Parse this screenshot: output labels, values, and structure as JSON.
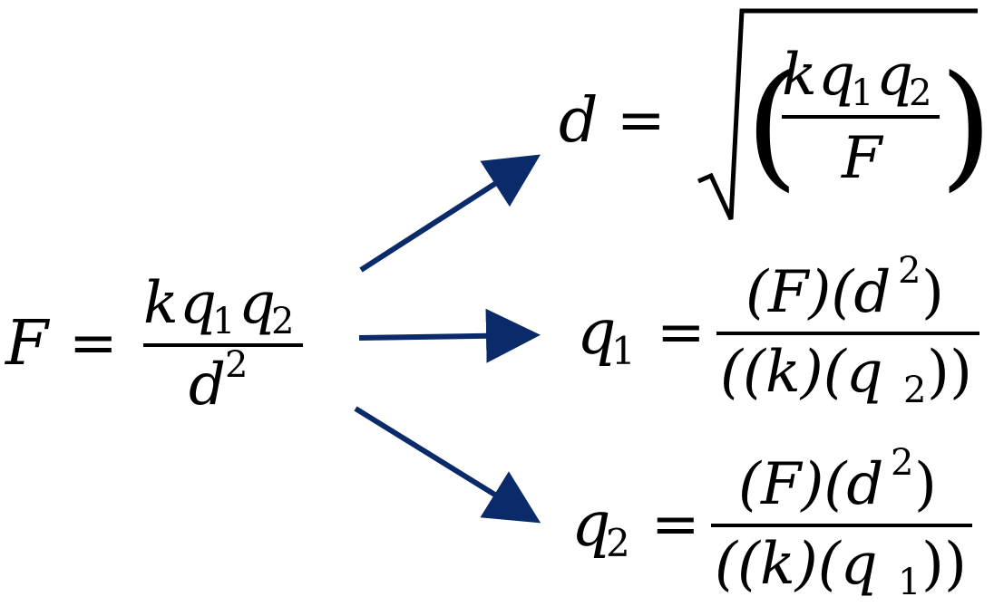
{
  "diagram": {
    "arrow_color": "#0b2a6a",
    "source": {
      "lhs": "F",
      "eq": "=",
      "num": {
        "k": "k",
        "q": "q",
        "sub1": "1",
        "sub2": "2"
      },
      "den": {
        "d": "d",
        "exp": "2"
      }
    },
    "solve_d": {
      "lhs": "d",
      "eq": "=",
      "lparen": "(",
      "rparen": ")",
      "num": {
        "k": "k",
        "q": "q",
        "sub1": "1",
        "sub2": "2"
      },
      "den": "F"
    },
    "solve_q1": {
      "lhs": "q",
      "lhs_sub": "1",
      "eq": "=",
      "num": "(F)(d",
      "num_exp": "2",
      "num_tail": ")",
      "den": "((k)(q",
      "den_sub": "2",
      "den_tail": "))"
    },
    "solve_q2": {
      "lhs": "q",
      "lhs_sub": "2",
      "eq": "=",
      "num": "(F)(d",
      "num_exp": "2",
      "num_tail": ")",
      "den": "((k)(q",
      "den_sub": "1",
      "den_tail": "))"
    }
  }
}
